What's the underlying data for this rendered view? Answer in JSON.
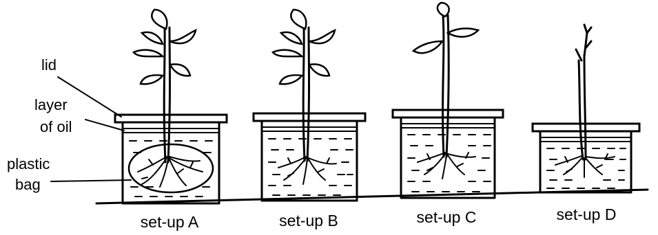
{
  "labels": {
    "lid": "lid",
    "layer_line1": "layer",
    "layer_line2": "of oil",
    "bag_line1": "plastic",
    "bag_line2": "bag"
  },
  "setups": [
    {
      "caption": "set-up A",
      "leaves": 6,
      "has_bag": true
    },
    {
      "caption": "set-up B",
      "leaves": 6,
      "has_bag": false
    },
    {
      "caption": "set-up C",
      "leaves": 3,
      "has_bag": false
    },
    {
      "caption": "set-up D",
      "leaves": 0,
      "has_bag": false
    }
  ],
  "colors": {
    "ink": "#000000",
    "background": "#ffffff"
  }
}
